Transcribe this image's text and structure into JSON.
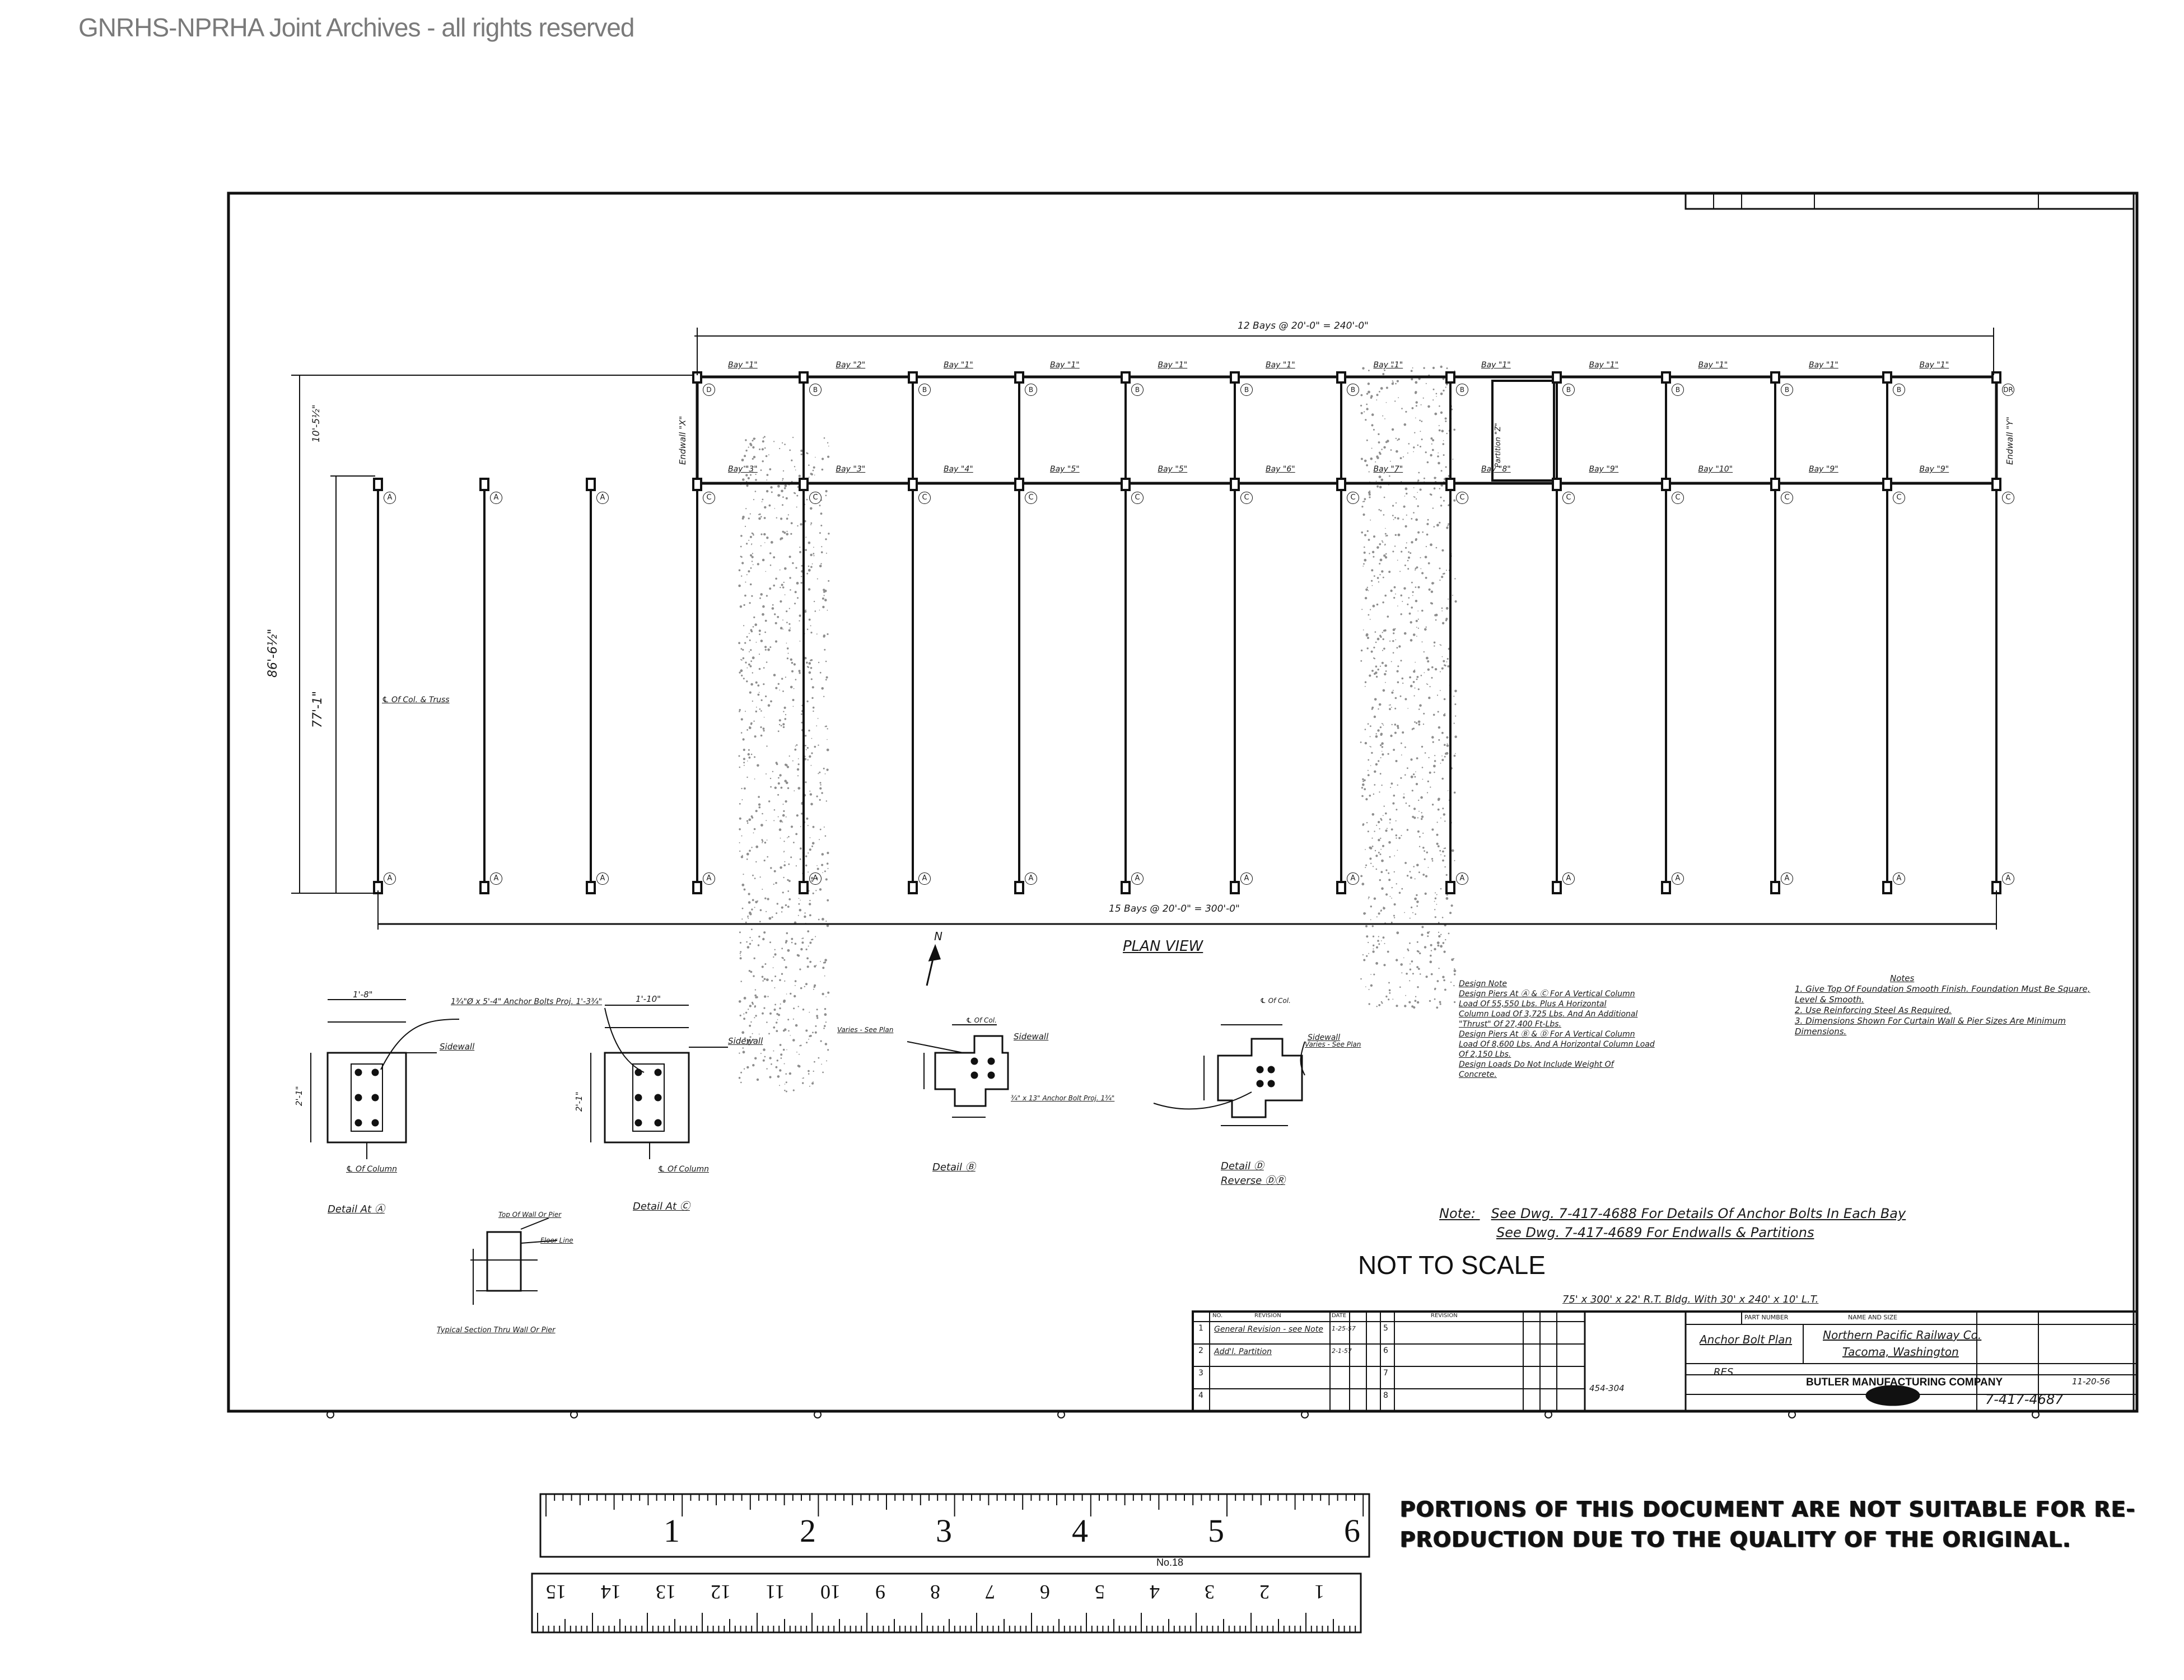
{
  "archive": {
    "watermark": "GNRHS-NPRHA Joint Archives - all rights reserved"
  },
  "drawing": {
    "overall_note": "12 Bays @ 20'-0\" = 240'-0\"",
    "bottom_note": "15 Bays @ 20'-0\" = 300'-0\"",
    "plan_view": "PLAN VIEW",
    "north": "N",
    "dim_overall": "86'-6½\"",
    "dim_inner": "77'-1\"",
    "dim_top": "10'-5½\"",
    "cl_truss": "℄ Of Col. & Truss",
    "endwall_left": "Endwall \"X\"",
    "endwall_right": "Endwall \"Y\"",
    "partition_label": "Partition \"Z\"",
    "bay_top": [
      "Bay \"1\"",
      "Bay \"2\"",
      "Bay \"1\"",
      "Bay \"1\"",
      "Bay \"1\"",
      "Bay \"1\"",
      "Bay \"1\"",
      "Bay \"1\"",
      "Bay \"1\"",
      "Bay \"1\"",
      "Bay \"1\"",
      "Bay \"1\""
    ],
    "bay_bottom": [
      "Bay \"3\"",
      "Bay \"3\"",
      "Bay \"4\"",
      "Bay \"5\"",
      "Bay \"5\"",
      "Bay \"6\"",
      "Bay \"7\"",
      "Bay \"8\"",
      "Bay \"9\"",
      "Bay \"10\"",
      "Bay \"9\"",
      "Bay \"9\""
    ],
    "col_marks": [
      "A",
      "B",
      "C",
      "D",
      "DR"
    ],
    "not_to_scale": "NOT TO SCALE"
  },
  "details": {
    "detail_a": "Detail At Ⓐ",
    "detail_c": "Detail At Ⓒ",
    "detail_b": "Detail Ⓑ",
    "detail_d": "Detail Ⓓ",
    "detail_d_reverse": "Reverse ⒹⓇ",
    "col_center": "℄ Of Column",
    "sidewall": "Sidewall",
    "anchor_bolts": "1¾\"Ø x 5'-4\" Anchor Bolts Proj. 1'-3¾\"",
    "anchor_bolt_b": "¾\" x 13\" Anchor Bolt Proj. 1¾\"",
    "varies": "Varies - See Plan",
    "of_col": "℄ Of Col.",
    "typical_section": "Typical Section Thru Wall Or Pier",
    "top_of_wall": "Top Of Wall Or Pier",
    "floor_line": "Floor Line",
    "dim_1_8": "1'-8\"",
    "dim_1_10": "1'-10\"",
    "dim_2_1": "2'-1\""
  },
  "design_note": {
    "title": "Design Note",
    "lines": [
      "Design Piers At Ⓐ & Ⓒ For A Vertical Column",
      "Load Of 55,550 Lbs. Plus A Horizontal",
      "Column Load Of 3,725 Lbs. And An Additional",
      "\"Thrust\" Of 27,400 Ft-Lbs.",
      "Design Piers At Ⓑ & Ⓓ For A Vertical Column",
      "Load Of 8,600 Lbs. And A Horizontal Column Load",
      "Of 2,150 Lbs.",
      "Design Loads Do Not Include Weight Of",
      "Concrete."
    ]
  },
  "notes": {
    "title": "Notes",
    "items": [
      "1. Give Top Of Foundation Smooth Finish. Foundation Must Be Square, Level & Smooth.",
      "2. Use Reinforcing Steel As Required.",
      "3. Dimensions Shown For Curtain Wall & Pier Sizes Are Minimum Dimensions."
    ]
  },
  "references": {
    "note_label": "Note:",
    "line1": "See Dwg. 7-417-4688  For Details Of Anchor Bolts In Each Bay",
    "line2": "See Dwg. 7-417-4689  For Endwalls & Partitions"
  },
  "title_block": {
    "building": "75' x 300' x 22' R.T. Bldg. With 30' x 240' x 10' L.T.",
    "title": "Anchor Bolt Plan",
    "customer": "Northern Pacific Railway Co.",
    "location": "Tacoma, Washington",
    "company": "BUTLER MANUFACTURING COMPANY",
    "drawing_no": "7-417-4687",
    "date": "11-20-56",
    "drawn_by": "RES",
    "order_no": "454-304",
    "hdr_revision": "REVISION",
    "hdr_no": "NO.",
    "hdr_date": "DATE",
    "rev_rows": [
      {
        "no": "1",
        "text": "General Revision - see Note",
        "date": "1-25-57"
      },
      {
        "no": "2",
        "text": "Add'l. Partition",
        "date": "2-1-57"
      },
      {
        "no": "3",
        "text": "",
        "date": ""
      },
      {
        "no": "4",
        "text": "",
        "date": ""
      }
    ],
    "rev_rows_right": [
      "5",
      "6",
      "7",
      "8"
    ],
    "hdr_part": "PART NUMBER",
    "hdr_name": "NAME AND SIZE"
  },
  "ruler": {
    "inch_labels": [
      "1",
      "2",
      "3",
      "4",
      "5",
      "6"
    ],
    "cm_labels": [
      "15",
      "14",
      "13",
      "12",
      "11",
      "10",
      "9",
      "8",
      "7",
      "6",
      "5",
      "4",
      "3",
      "2",
      "1"
    ],
    "model": "No.18",
    "note": "PORTIONS OF THIS DOCUMENT ARE NOT SUITABLE FOR RE-PRODUCTION DUE TO THE QUALITY OF THE ORIGINAL."
  }
}
